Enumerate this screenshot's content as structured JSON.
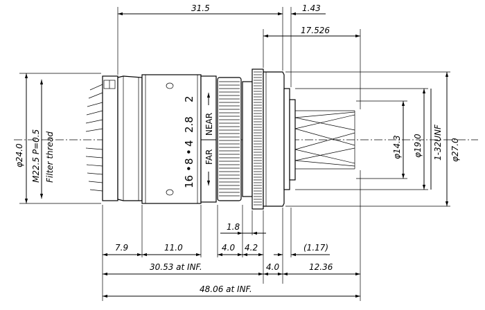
{
  "dimensions": {
    "top": {
      "total_length": "31.5",
      "flange_offset": "1.43",
      "rear_length": "17.526"
    },
    "left": {
      "diameter": "φ24.0",
      "thread_size": "M22.5 P=0.5",
      "thread_name": "Filter thread"
    },
    "right": {
      "inner_diameter": "φ14.3",
      "mid_diameter": "φ19.0",
      "mount": "1-32UNF",
      "outer_diameter": "φ27.0"
    },
    "bottom": {
      "knurl_width": "1.8",
      "seg1": "7.9",
      "seg2": "11.0",
      "seg3": "4.0",
      "seg4": "4.2",
      "seg5": "(1.17)",
      "length_inf": "30.53 at INF.",
      "mount_len": "4.0",
      "rear_len": "12.36",
      "total_inf": "48.06 at INF."
    }
  },
  "focus_ring": {
    "near": "NEAR",
    "far": "FAR"
  },
  "aperture_scale": [
    "16",
    "8",
    "4",
    "2.8",
    "2"
  ]
}
